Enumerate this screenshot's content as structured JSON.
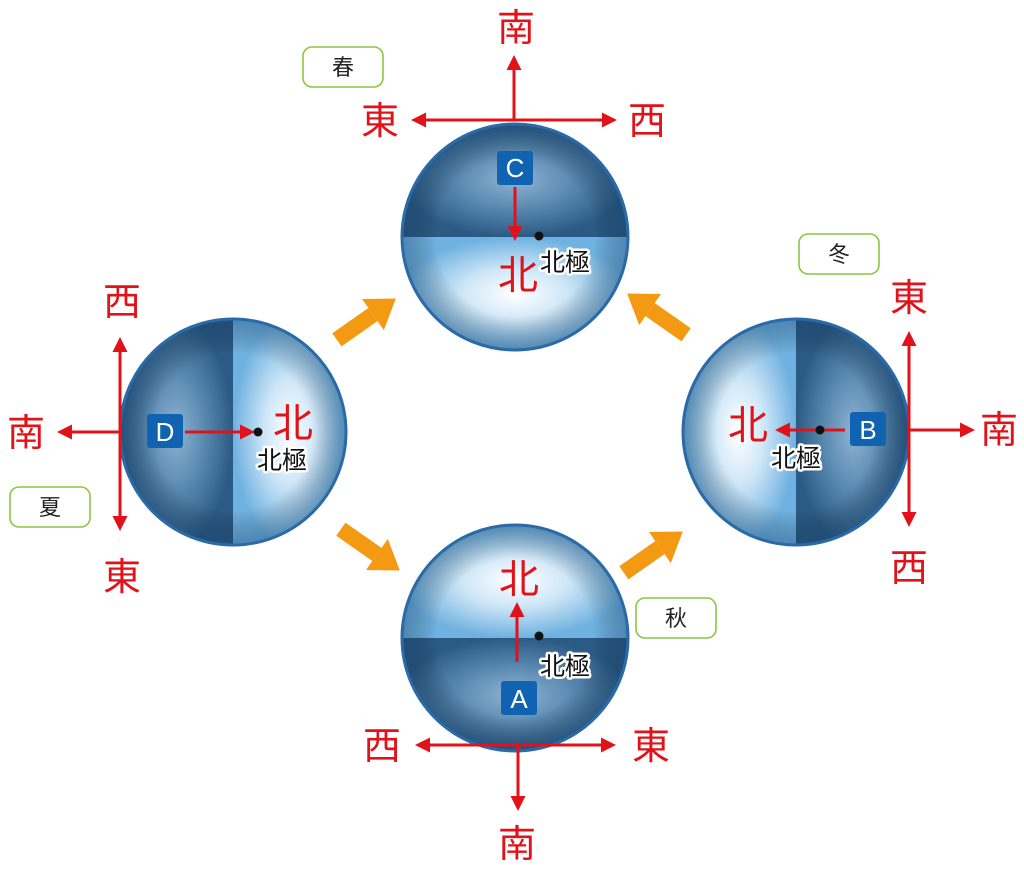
{
  "colors": {
    "accent_red": "#e1121a",
    "season_arrow": "#f39a12",
    "label_box": "#0f63b0",
    "season_border": "#8cc63f",
    "globe_dark": "#3e6e97",
    "globe_light": "#dff0fc"
  },
  "positions": {
    "C": {
      "letter": "C",
      "season": "春",
      "north": "北",
      "pole": "北極",
      "compass": {
        "up": "南",
        "left": "東",
        "right": "西"
      }
    },
    "D": {
      "letter": "D",
      "season": "夏",
      "north": "北",
      "pole": "北極",
      "compass": {
        "up": "西",
        "left": "南",
        "down": "東"
      }
    },
    "A": {
      "letter": "A",
      "season": "秋",
      "north": "北",
      "pole": "北極",
      "compass": {
        "left": "西",
        "right": "東",
        "down": "南"
      }
    },
    "B": {
      "letter": "B",
      "season": "冬",
      "north": "北",
      "pole": "北極",
      "compass": {
        "up": "東",
        "right": "南",
        "down": "西"
      }
    }
  }
}
